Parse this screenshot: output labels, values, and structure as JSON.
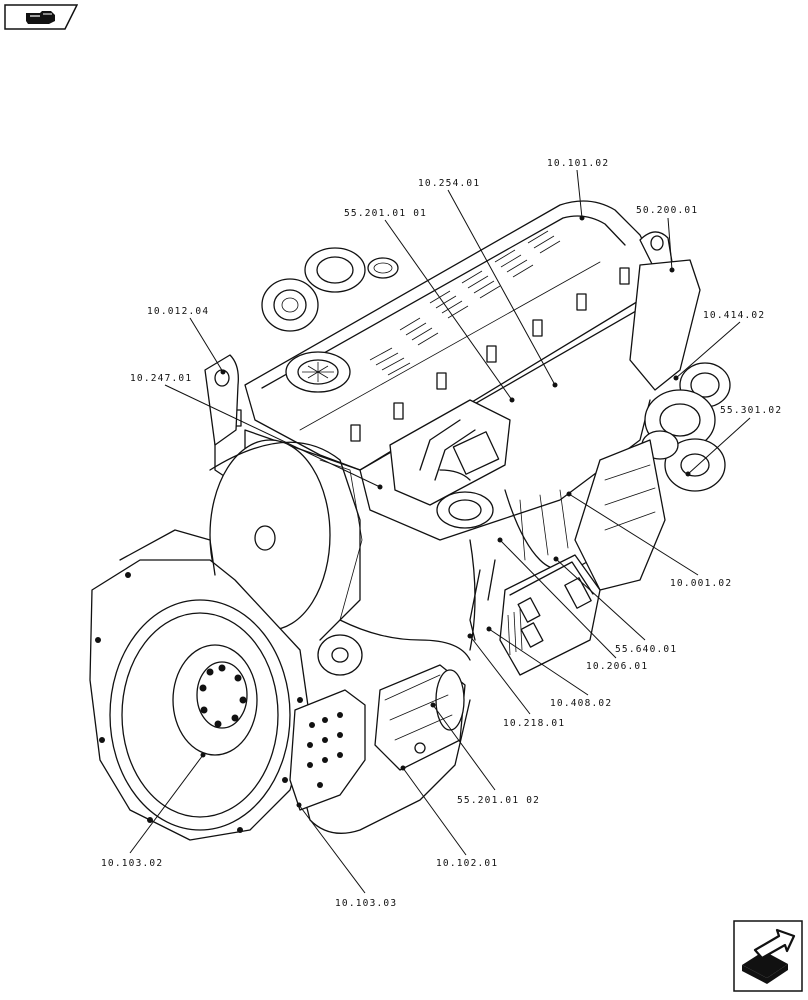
{
  "nav": {
    "back_icon": "hand-pointing-left-icon",
    "next_icon": "arrow-forward-icon"
  },
  "callouts": [
    {
      "id": "10-101-02",
      "label": "10.101.02"
    },
    {
      "id": "10-254-01",
      "label": "10.254.01"
    },
    {
      "id": "55-201-01-01",
      "label": "55.201.01 01"
    },
    {
      "id": "50-200-01",
      "label": "50.200.01"
    },
    {
      "id": "10-012-04",
      "label": "10.012.04"
    },
    {
      "id": "10-414-02",
      "label": "10.414.02"
    },
    {
      "id": "10-247-01",
      "label": "10.247.01"
    },
    {
      "id": "55-301-02",
      "label": "55.301.02"
    },
    {
      "id": "10-001-02",
      "label": "10.001.02"
    },
    {
      "id": "55-640-01",
      "label": "55.640.01"
    },
    {
      "id": "10-206-01",
      "label": "10.206.01"
    },
    {
      "id": "10-408-02",
      "label": "10.408.02"
    },
    {
      "id": "10-218-01",
      "label": "10.218.01"
    },
    {
      "id": "55-201-01-02",
      "label": "55.201.01 02"
    },
    {
      "id": "10-103-02",
      "label": "10.103.02"
    },
    {
      "id": "10-102-01",
      "label": "10.102.01"
    },
    {
      "id": "10-103-03",
      "label": "10.103.03"
    }
  ]
}
